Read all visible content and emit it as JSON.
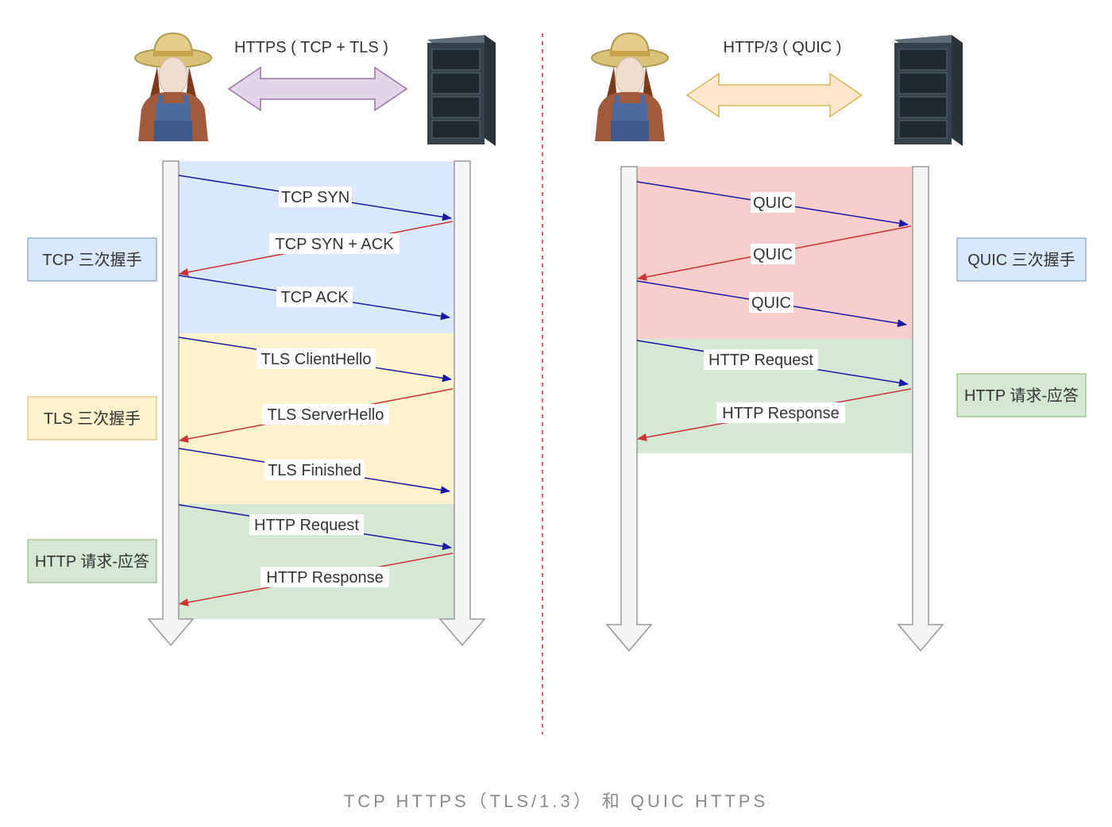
{
  "colors": {
    "request_arrow": "#1a1aa6",
    "response_arrow": "#cc3333",
    "tcp_phase": "#dae8fc",
    "tls_phase": "#fff2cc",
    "http_phase": "#d5e8d4",
    "quic_phase": "#f8cecc",
    "https_connector": "#e1d5e7",
    "quic_connector": "#ffe6cc",
    "separator": "#cc3333"
  },
  "left": {
    "protocol_label": "HTTPS ( TCP + TLS )",
    "phases": [
      {
        "name": "tcp",
        "side_label": "TCP 三次握手",
        "messages": [
          {
            "text": "TCP SYN",
            "dir": "to_server"
          },
          {
            "text": "TCP SYN + ACK",
            "dir": "to_client"
          },
          {
            "text": "TCP ACK",
            "dir": "to_server"
          }
        ]
      },
      {
        "name": "tls",
        "side_label": "TLS 三次握手",
        "messages": [
          {
            "text": "TLS ClientHello",
            "dir": "to_server"
          },
          {
            "text": "TLS ServerHello",
            "dir": "to_client"
          },
          {
            "text": "TLS Finished",
            "dir": "to_server"
          }
        ]
      },
      {
        "name": "http",
        "side_label": "HTTP 请求-应答",
        "messages": [
          {
            "text": "HTTP Request",
            "dir": "to_server"
          },
          {
            "text": "HTTP Response",
            "dir": "to_client"
          }
        ]
      }
    ]
  },
  "right": {
    "protocol_label": "HTTP/3 ( QUIC )",
    "phases": [
      {
        "name": "quic",
        "side_label": "QUIC 三次握手",
        "messages": [
          {
            "text": "QUIC",
            "dir": "to_server"
          },
          {
            "text": "QUIC",
            "dir": "to_client"
          },
          {
            "text": "QUIC",
            "dir": "to_server"
          }
        ]
      },
      {
        "name": "http",
        "side_label": "HTTP 请求-应答",
        "messages": [
          {
            "text": "HTTP Request",
            "dir": "to_server"
          },
          {
            "text": "HTTP Response",
            "dir": "to_client"
          }
        ]
      }
    ]
  },
  "caption": "TCP HTTPS（TLS/1.3） 和 QUIC HTTPS"
}
